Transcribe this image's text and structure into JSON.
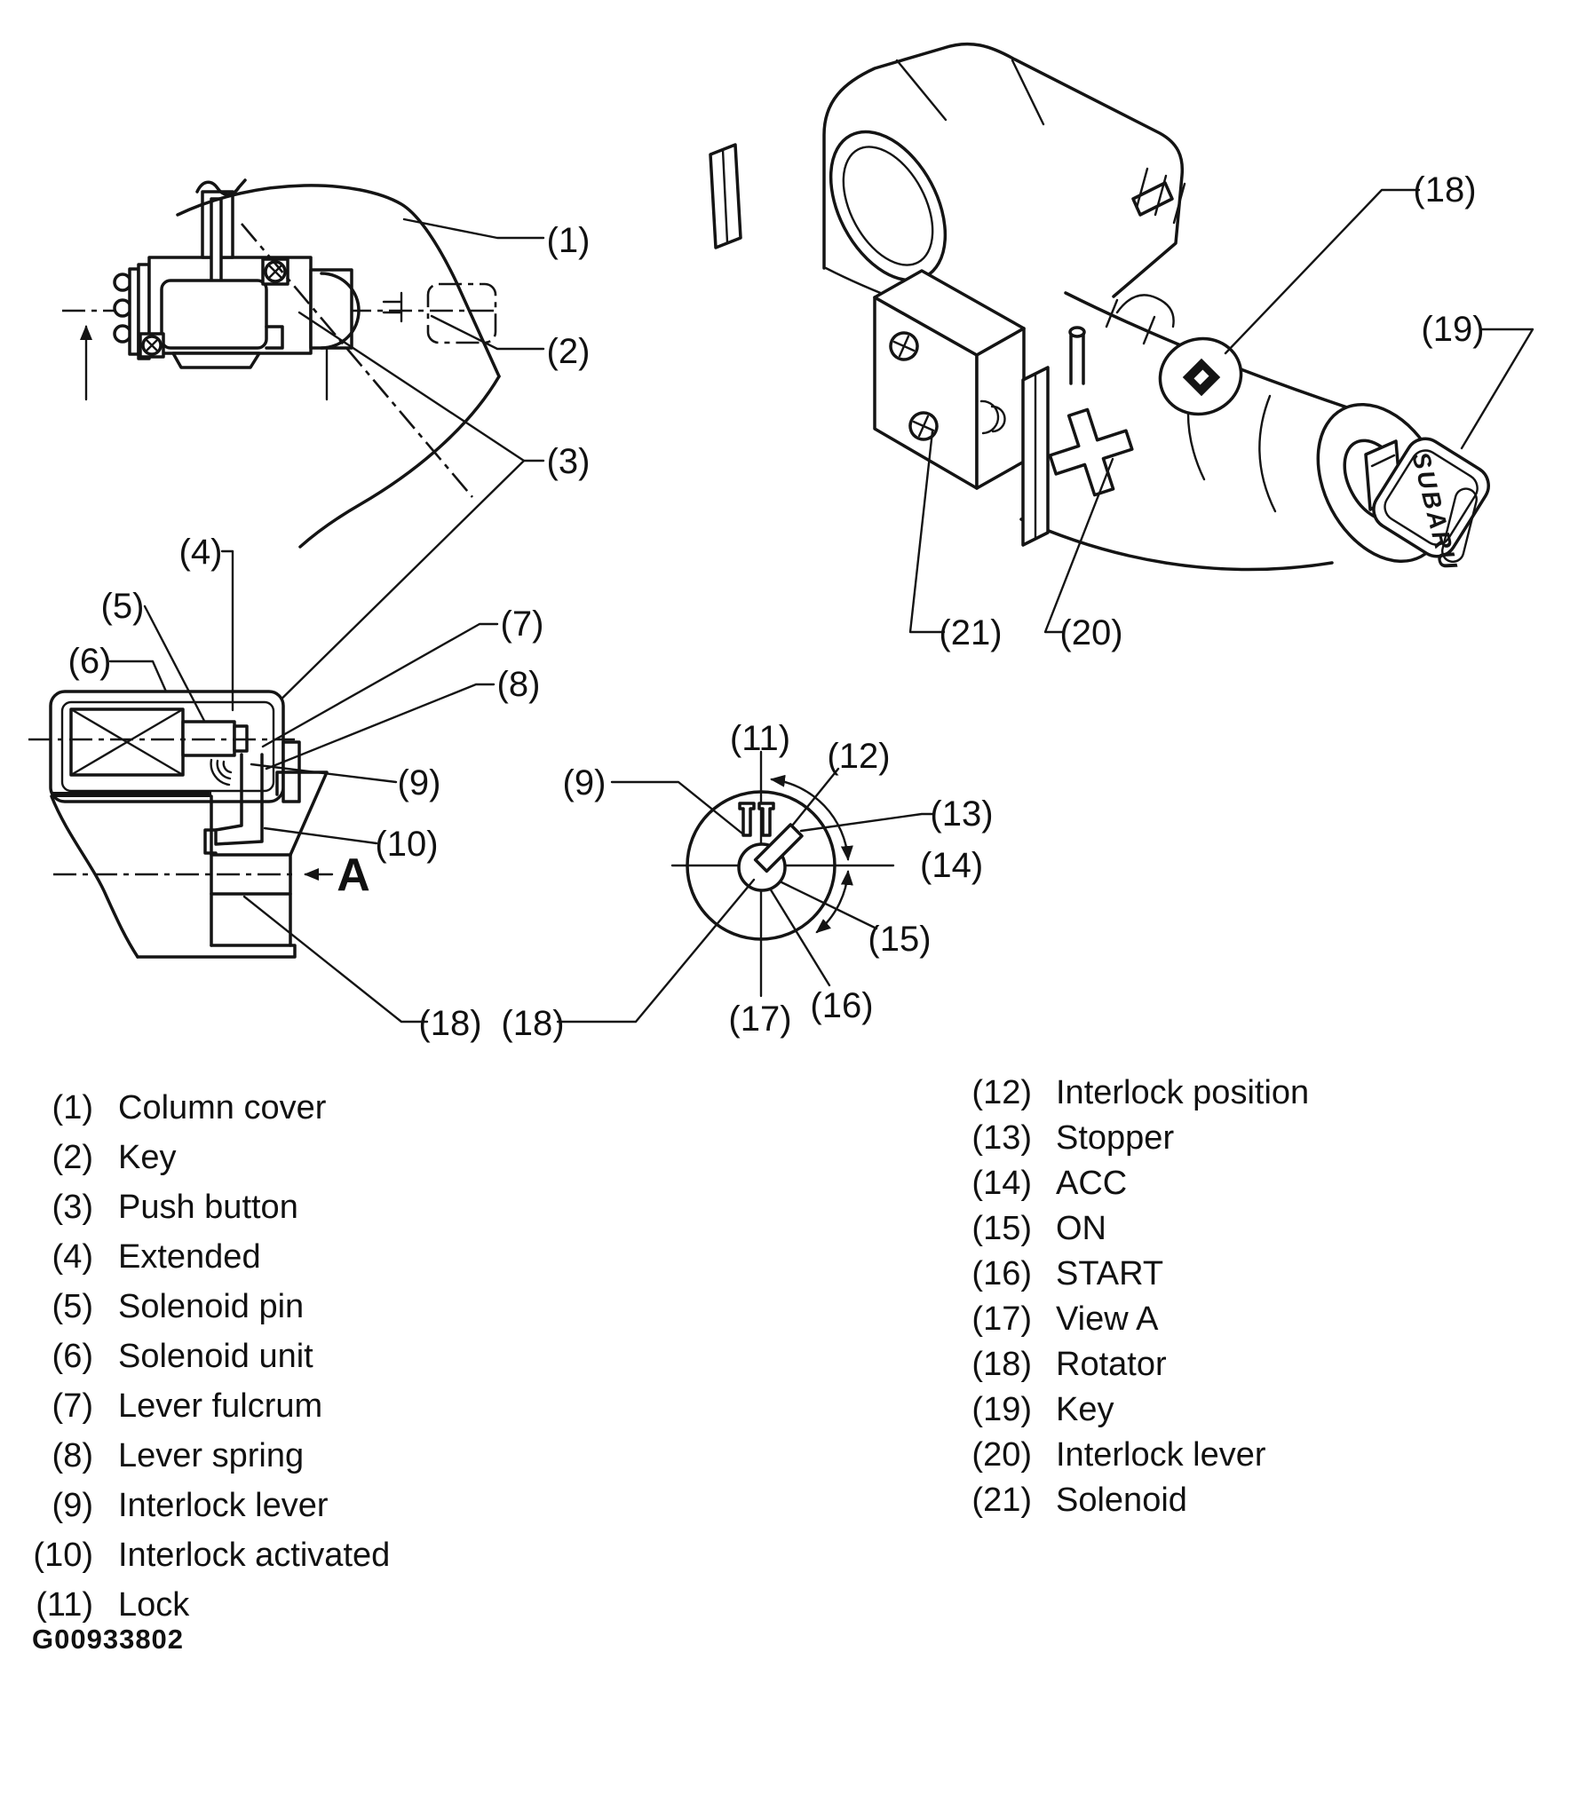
{
  "figure": {
    "code": "G00933802",
    "brand_text": "SUBARU",
    "section_label": "A"
  },
  "callouts": {
    "n1": "(1)",
    "n2": "(2)",
    "n3": "(3)",
    "n4": "(4)",
    "n5": "(5)",
    "n6": "(6)",
    "n7": "(7)",
    "n8": "(8)",
    "n9": "(9)",
    "n10": "(10)",
    "n11": "(11)",
    "n12": "(12)",
    "n13": "(13)",
    "n14": "(14)",
    "n15": "(15)",
    "n16": "(16)",
    "n17": "(17)",
    "n18": "(18)",
    "n19": "(19)",
    "n20": "(20)",
    "n21": "(21)"
  },
  "legend": {
    "left": [
      {
        "num": "(1)",
        "label": "Column cover"
      },
      {
        "num": "(2)",
        "label": "Key"
      },
      {
        "num": "(3)",
        "label": "Push button"
      },
      {
        "num": "(4)",
        "label": "Extended"
      },
      {
        "num": "(5)",
        "label": "Solenoid pin"
      },
      {
        "num": "(6)",
        "label": "Solenoid unit"
      },
      {
        "num": "(7)",
        "label": "Lever fulcrum"
      },
      {
        "num": "(8)",
        "label": "Lever spring"
      },
      {
        "num": "(9)",
        "label": "Interlock lever"
      },
      {
        "num": "(10)",
        "label": "Interlock activated"
      },
      {
        "num": "(11)",
        "label": "Lock"
      }
    ],
    "right": [
      {
        "num": "(12)",
        "label": "Interlock position"
      },
      {
        "num": "(13)",
        "label": "Stopper"
      },
      {
        "num": "(14)",
        "label": "ACC"
      },
      {
        "num": "(15)",
        "label": "ON"
      },
      {
        "num": "(16)",
        "label": "START"
      },
      {
        "num": "(17)",
        "label": "View A"
      },
      {
        "num": "(18)",
        "label": "Rotator"
      },
      {
        "num": "(19)",
        "label": "Key"
      },
      {
        "num": "(20)",
        "label": "Interlock lever"
      },
      {
        "num": "(21)",
        "label": "Solenoid"
      }
    ]
  }
}
